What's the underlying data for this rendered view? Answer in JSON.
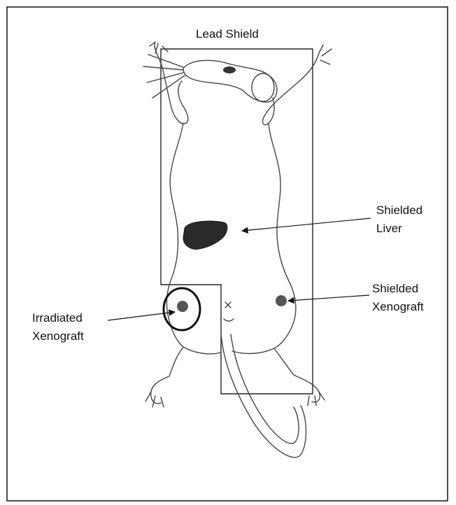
{
  "labels": {
    "lead_shield": "Lead Shield",
    "shielded_liver_line1": "Shielded",
    "shielded_liver_line2": "Liver",
    "shielded_xenograft_line1": "Shielded",
    "shielded_xenograft_line2": "Xenograft",
    "irradiated_xenograft_line1": "Irradiated",
    "irradiated_xenograft_line2": "Xenograft"
  },
  "colors": {
    "liver": "#2a2a2a",
    "xenograft": "#555555",
    "ink": "#111111",
    "sketch": "#444444"
  }
}
